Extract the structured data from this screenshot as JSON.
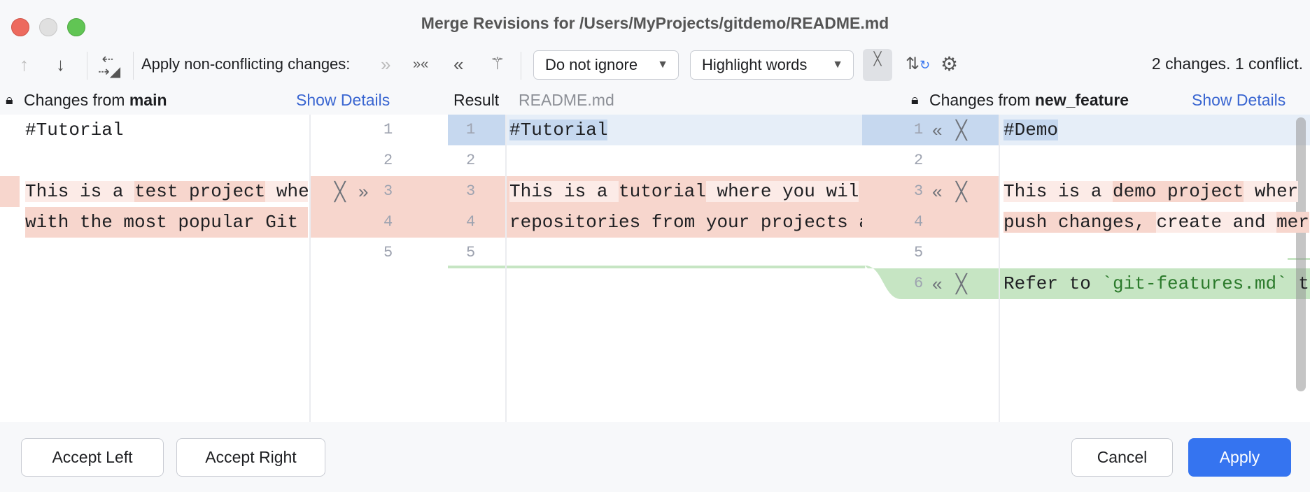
{
  "window": {
    "title": "Merge Revisions for /Users/MyProjects/gitdemo/README.md",
    "controls": [
      "close",
      "minimize",
      "zoom"
    ],
    "colors": {
      "close": "#ed6a5e",
      "minimize": "#e0e0e0",
      "zoom": "#61c554"
    }
  },
  "toolbar": {
    "apply_label": "Apply non-conflicting changes:",
    "ignore_select": "Do not ignore",
    "highlight_select": "Highlight words",
    "status": "2 changes. 1 conflict.",
    "icons": [
      "arrow-up-icon",
      "arrow-down-icon",
      "swap-sides-icon",
      "apply-left-icon",
      "apply-all-icon",
      "apply-right-icon",
      "magic-wand-icon",
      "collapse-unchanged-icon",
      "sync-scroll-icon",
      "gear-icon"
    ]
  },
  "left": {
    "header_prefix": "Changes from ",
    "branch": "main",
    "show_details": "Show Details",
    "lines": {
      "l1": "#Tutorial",
      "l3": [
        {
          "t": "This is a ",
          "h": "light"
        },
        {
          "t": "test project",
          "h": "dark"
        },
        {
          "t": " whe",
          "h": "light"
        }
      ],
      "l4": "with the most popular Git "
    }
  },
  "result": {
    "label": "Result",
    "file": "README.md",
    "lines": {
      "l1": "#Tutorial",
      "l3": [
        {
          "t": "This is a ",
          "h": "light"
        },
        {
          "t": "tutorial",
          "h": "dark"
        },
        {
          "t": " where you wil",
          "h": "light"
        }
      ],
      "l4": "repositories from your projects a"
    }
  },
  "right": {
    "header_prefix": "Changes from ",
    "branch": "new_feature",
    "show_details": "Show Details",
    "lines": {
      "l1": "#Demo",
      "l3": [
        {
          "t": "This is a ",
          "h": "light"
        },
        {
          "t": "demo project",
          "h": "dark"
        },
        {
          "t": " wher",
          "h": "light"
        }
      ],
      "l4": [
        {
          "t": "push changes, ",
          "h": "dark"
        },
        {
          "t": "create and ",
          "h": "light"
        },
        {
          "t": "mer",
          "h": "dark"
        }
      ],
      "l6": [
        {
          "t": "Refer to "
        },
        {
          "t": "`git-features.md`"
        },
        {
          "t": " t"
        }
      ]
    }
  },
  "line_numbers": {
    "left": [
      "1",
      "2",
      "3",
      "4",
      "5"
    ],
    "result": [
      "1",
      "2",
      "3",
      "4",
      "5"
    ],
    "right": [
      "1",
      "2",
      "3",
      "4",
      "5",
      "6"
    ]
  },
  "footer": {
    "accept_left": "Accept Left",
    "accept_right": "Accept Right",
    "cancel": "Cancel",
    "apply": "Apply"
  },
  "colors": {
    "conflict": "#f7d6cd",
    "modified": "#c6d8ef",
    "added": "#c6e5c3",
    "accent": "#3574f0"
  }
}
